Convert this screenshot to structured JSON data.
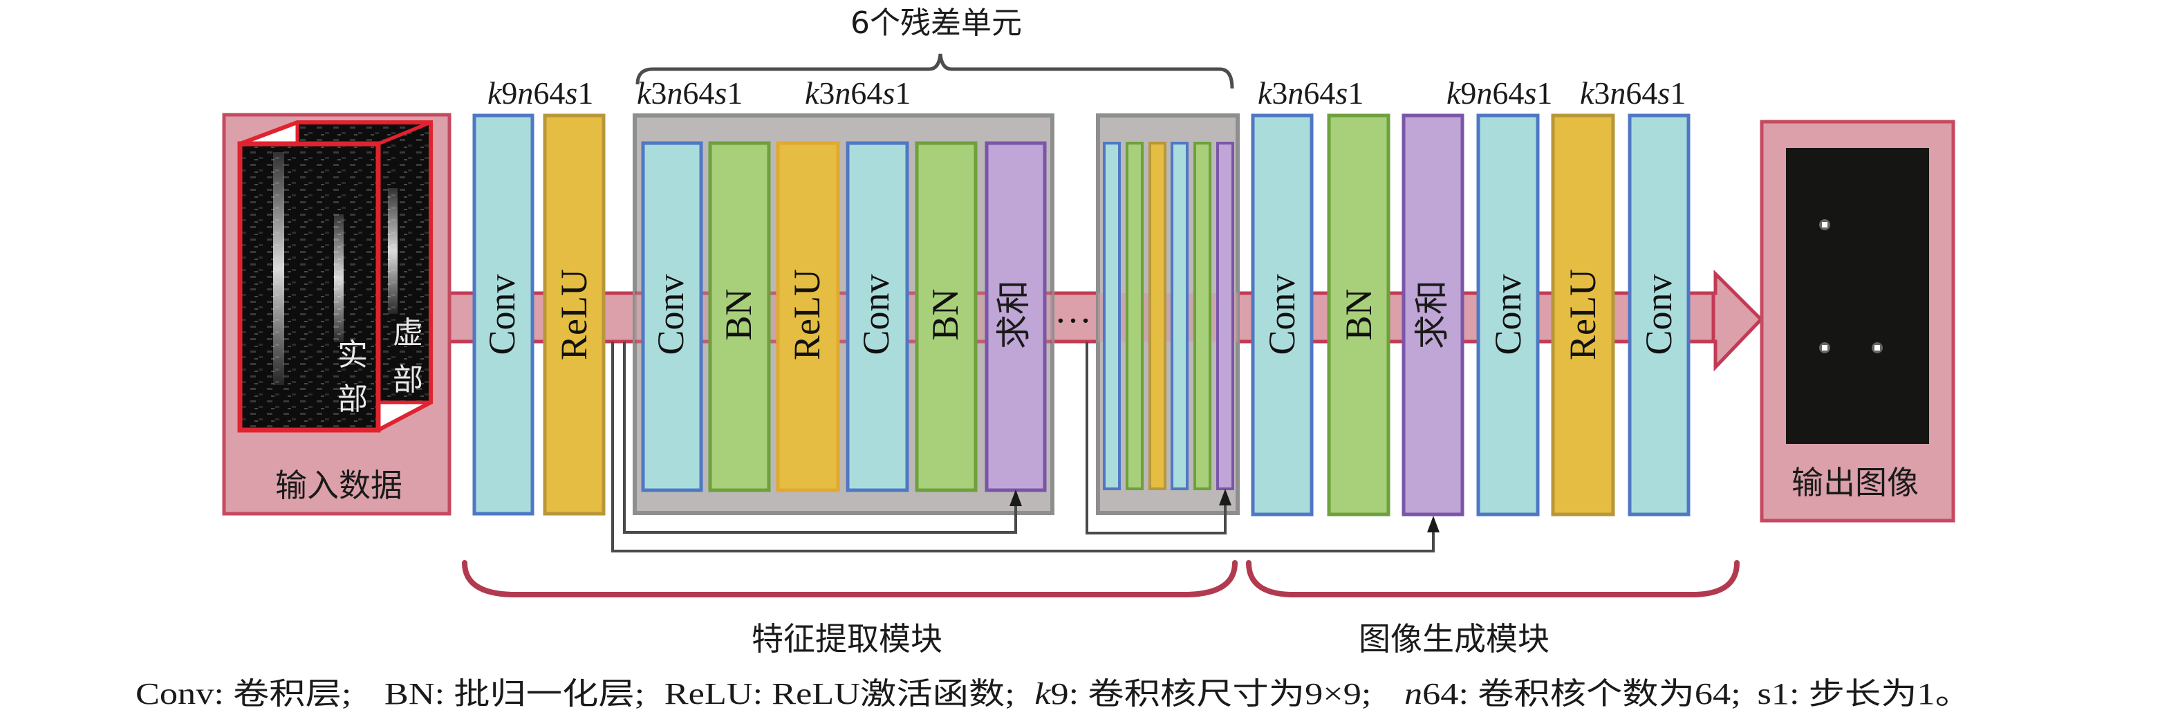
{
  "title": "6个残差单元",
  "input": {
    "label": "输入数据",
    "real_label": [
      "实",
      "部"
    ],
    "imag_label": [
      "虚",
      "部"
    ]
  },
  "output": {
    "label": "输出图像"
  },
  "params": {
    "first_conv": {
      "k": "k",
      "kv": "9",
      "n": "n",
      "nv": "64",
      "s": "s",
      "sv": "1"
    },
    "res_conv1": {
      "k": "k",
      "kv": "3",
      "n": "n",
      "nv": "64",
      "s": "s",
      "sv": "1"
    },
    "res_conv2": {
      "k": "k",
      "kv": "3",
      "n": "n",
      "nv": "64",
      "s": "s",
      "sv": "1"
    },
    "post_conv": {
      "k": "k",
      "kv": "3",
      "n": "n",
      "nv": "64",
      "s": "s",
      "sv": "1"
    },
    "gen_conv1": {
      "k": "k",
      "kv": "9",
      "n": "n",
      "nv": "64",
      "s": "s",
      "sv": "1"
    },
    "gen_conv2": {
      "k": "k",
      "kv": "3",
      "n": "n",
      "nv": "64",
      "s": "s",
      "sv": "1"
    }
  },
  "layers": {
    "pre": [
      "Conv",
      "ReLU"
    ],
    "residual_unit": [
      "Conv",
      "BN",
      "ReLU",
      "Conv",
      "BN",
      "求和"
    ],
    "post": [
      "Conv",
      "BN",
      "求和",
      "Conv",
      "ReLU",
      "Conv"
    ]
  },
  "ellipsis": "…",
  "modules": {
    "feature": "特征提取模块",
    "generation": "图像生成模块"
  },
  "colors": {
    "conv": "#abdcdc",
    "bn": "#a8d07a",
    "relu": "#e4bd42",
    "sum": "#bfa6d6",
    "io": "#dba0aa",
    "residual_bg": "#bcb8b8"
  },
  "caption": {
    "p1": "Conv: 卷积层;",
    "p2": "BN: 批归一化层;",
    "p3": "ReLU: ReLU激活函数;",
    "p4k": "k",
    "p4": "9: 卷积核尺寸为9×9;",
    "p5n": "n",
    "p5": "64: 卷积核个数为64;",
    "p6": "s1: 步长为1。"
  }
}
